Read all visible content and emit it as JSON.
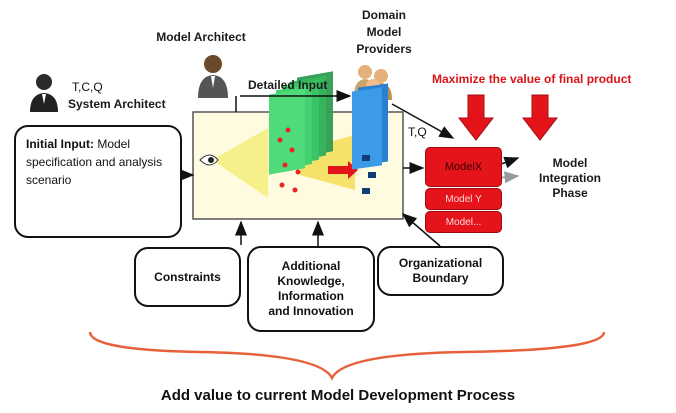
{
  "roles": {
    "model_architect": "Model Architect",
    "domain_providers": [
      "Domain",
      "Model",
      "Providers"
    ],
    "system_architect_attrs": "T,C,Q",
    "system_architect": "System Architect"
  },
  "flow": {
    "detailed_input": "Detailed Input",
    "tq": "T,Q",
    "maximize": "Maximize the value of final product"
  },
  "boxes": {
    "initial_input_bold": "Initial Input:",
    "initial_input_rest": " Model specification and analysis scenario",
    "constraints": "Constraints",
    "additional": [
      "Additional",
      "Knowledge,",
      "Information",
      "and Innovation"
    ],
    "organizational": [
      "Organizational",
      "Boundary"
    ]
  },
  "models": {
    "stack": [
      "ModelX",
      "Model Y",
      "Model..."
    ],
    "integration": [
      "Model",
      "Integration",
      "Phase"
    ]
  },
  "footer": "Add value to current Model Development Process",
  "colors": {
    "accent_red": "#e5141b",
    "title_red": "#d9131a",
    "panel_fill": "#fffbe0",
    "green_panel": "#3fcf6a",
    "blue_panel": "#3b9be8"
  }
}
